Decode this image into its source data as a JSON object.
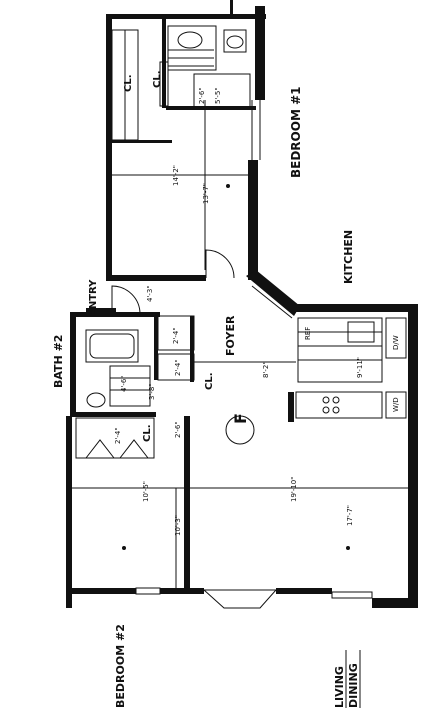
{
  "rooms": {
    "bedroom1": "BEDROOM #1",
    "bedroom2": "BEDROOM #2",
    "bath2": "BATH #2",
    "kitchen": "KITCHEN",
    "foyer": "FOYER",
    "entry": "ENTRY",
    "living": "LIVING",
    "dining": "DINING",
    "closet": "CL."
  },
  "dimensions": {
    "bedroom1_width": "13'-7\"",
    "bedroom1_small": "14'-2\"",
    "living_long": "19'-10\"",
    "living_short": "17'-7\"",
    "bedroom2_a": "10'-5\"",
    "bedroom2_b": "10'-3\"",
    "foyer": "8'-2\"",
    "entry_cl": "4'-3\"",
    "cl_a": "2'-4\"",
    "cl_b": "2'-4\"",
    "cl_c": "2'-6\"",
    "cl_d": "2'-4\"",
    "bath_a": "3'-8\"",
    "bath_b": "4'-6\"",
    "kitchen_a": "9'-11\"",
    "bath1_a": "2'-6\"",
    "bath1_b": "5'-5\""
  },
  "fixtures": {
    "dishwasher": "D/W",
    "washer_dryer": "W/D",
    "fridge": "REF"
  },
  "marker": "F"
}
